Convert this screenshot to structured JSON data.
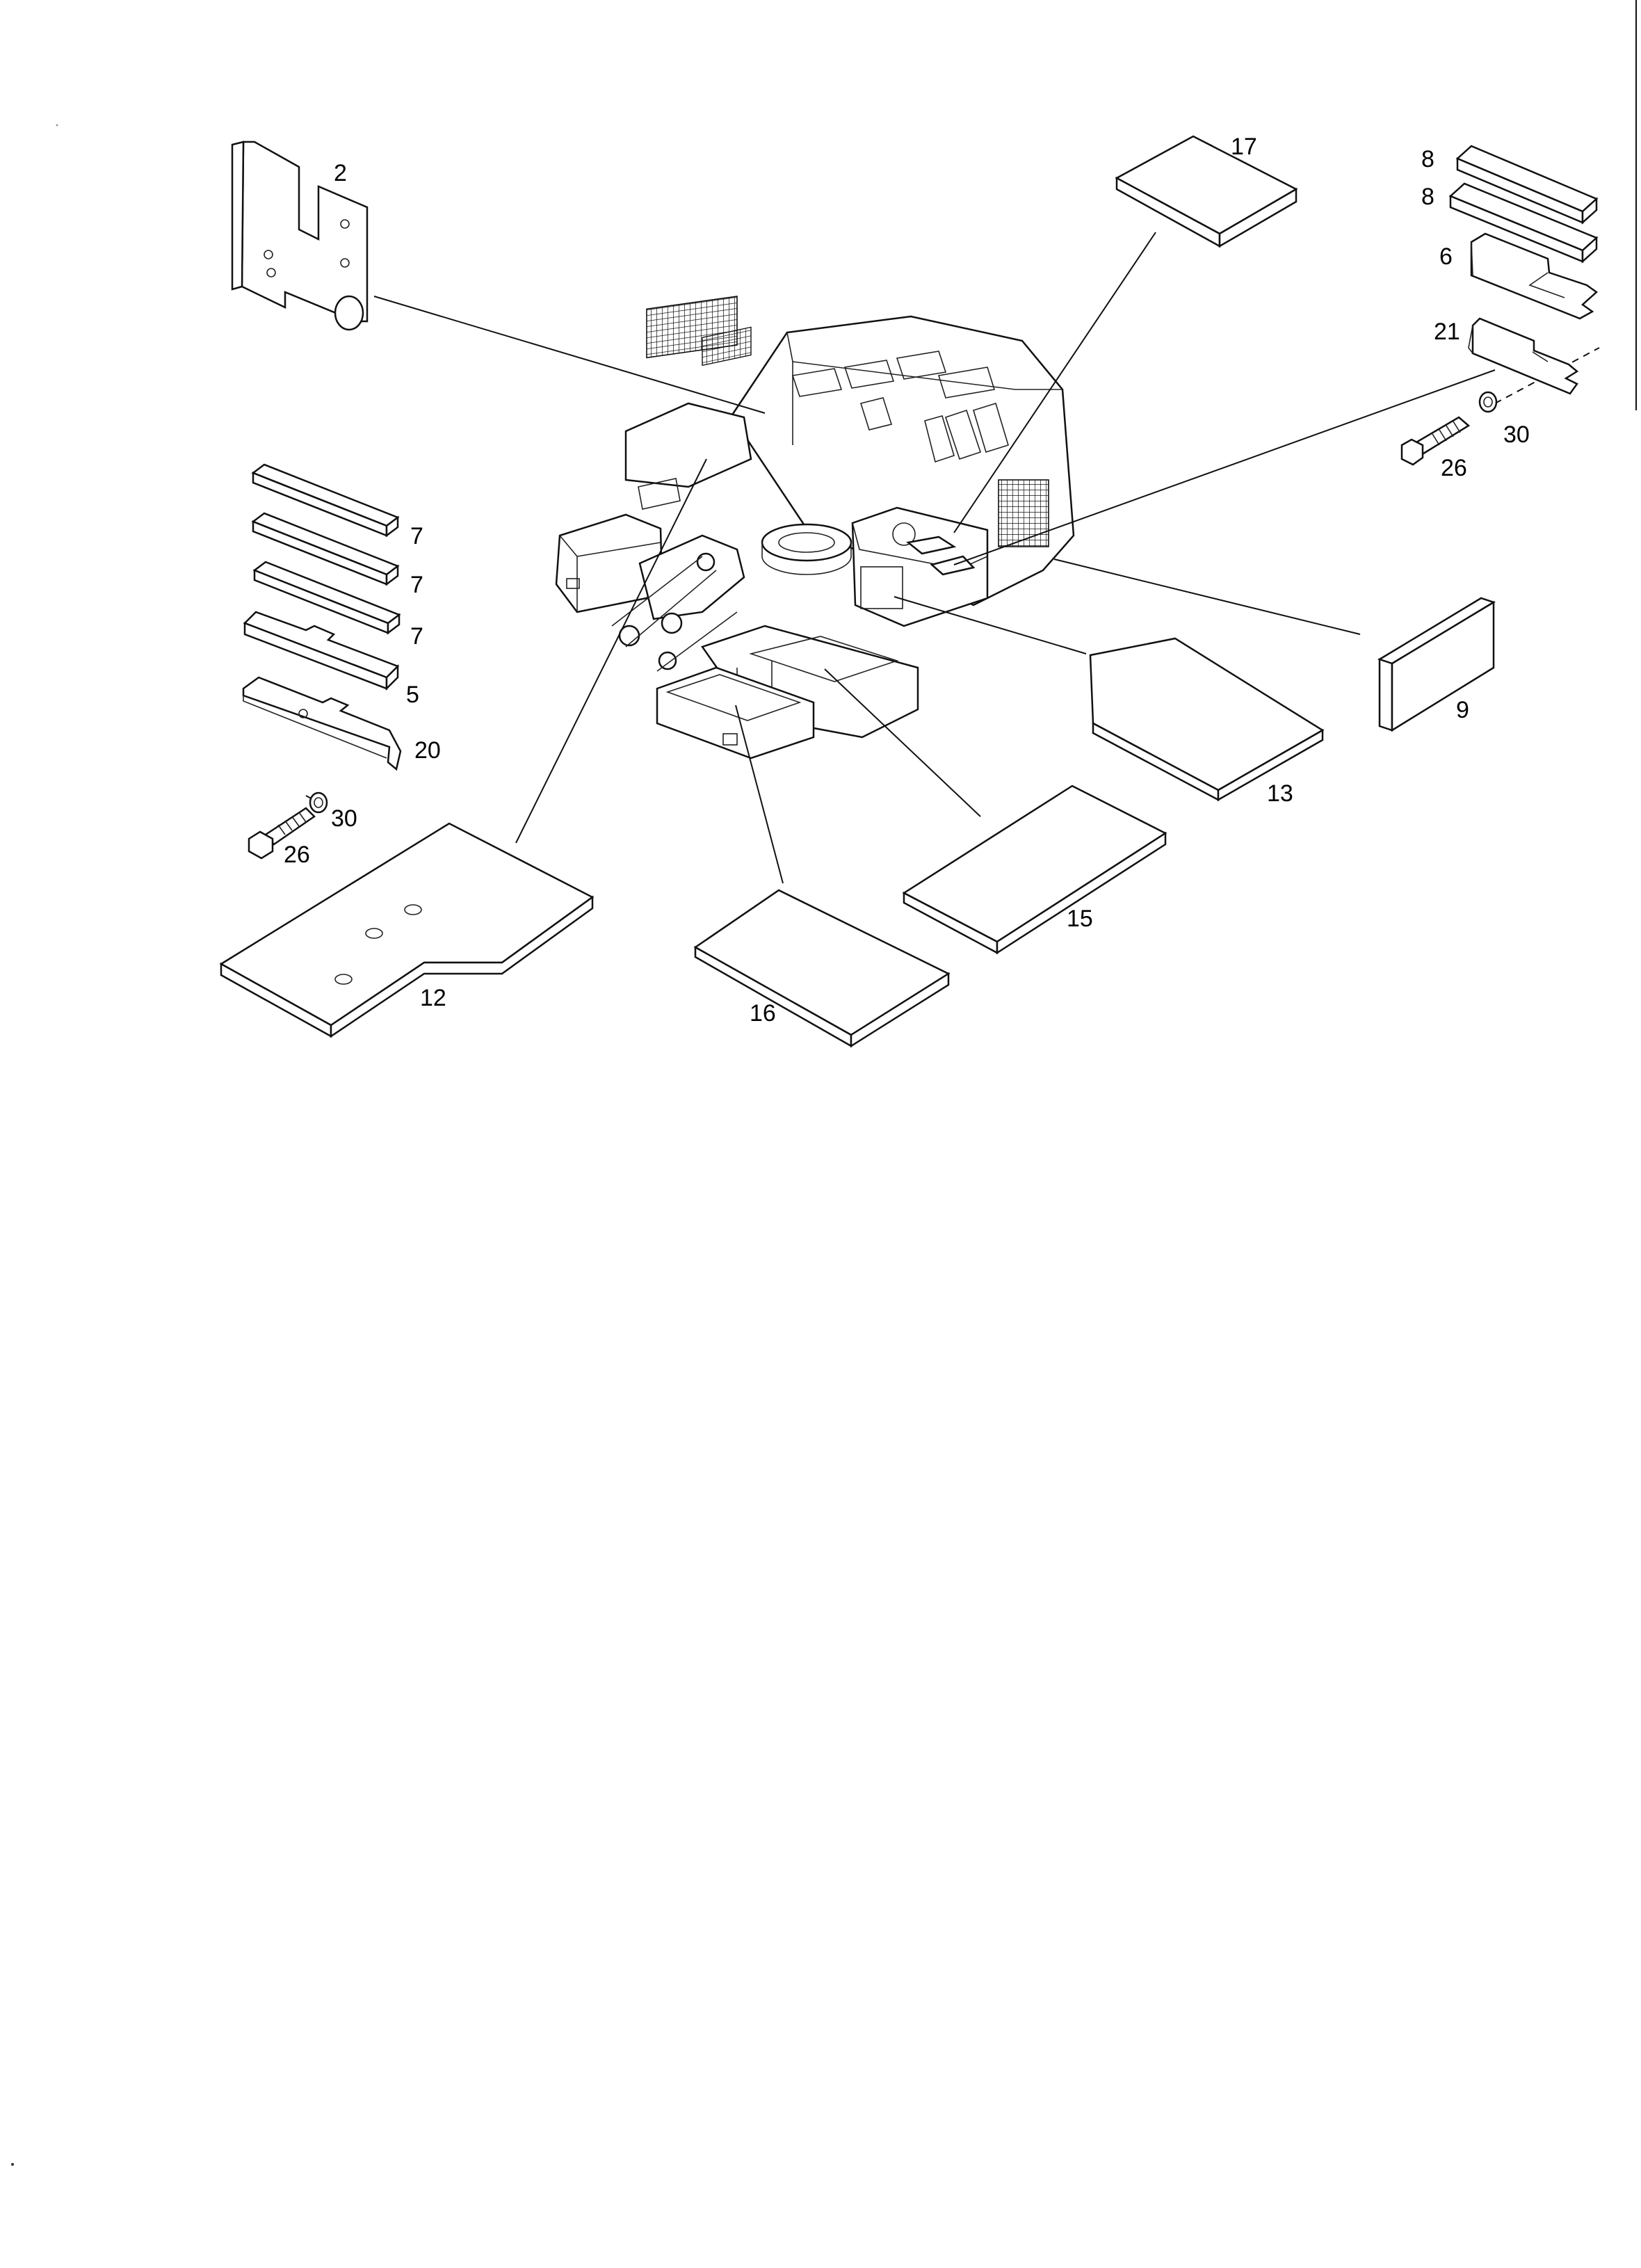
{
  "callouts": {
    "c2": "2",
    "c17": "17",
    "c8a": "8",
    "c8b": "8",
    "c6": "6",
    "c21": "21",
    "c30r": "30",
    "c26r": "26",
    "c7a": "7",
    "c7b": "7",
    "c7c": "7",
    "c5": "5",
    "c20": "20",
    "c30l": "30",
    "c26l": "26",
    "c9": "9",
    "c13": "13",
    "c15": "15",
    "c12": "12",
    "c16": "16"
  }
}
